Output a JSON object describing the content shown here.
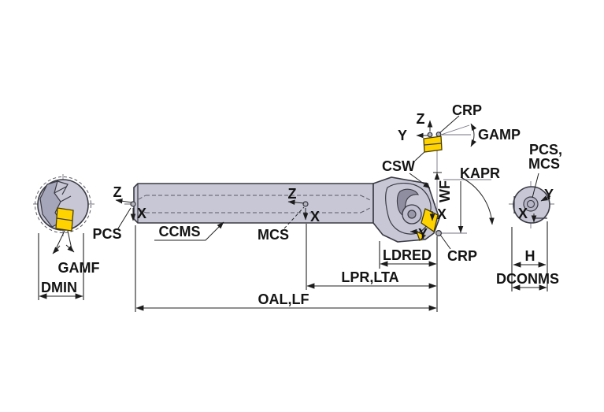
{
  "title": "boring-bar-dimension-diagram",
  "colors": {
    "body": "#c7c7d6",
    "bodydark": "#a6a6ba",
    "outline": "#3a3a44",
    "insert": "#ffd300",
    "insertline": "#4a3d00",
    "text": "#141414",
    "dimline": "#222222",
    "thin": "#73737f"
  },
  "views": {
    "front_left": {
      "labels": {
        "pcs": "PCS",
        "gamf": "GAMF",
        "dmin": "DMIN"
      }
    },
    "side_main": {
      "labels": {
        "z_left": "Z",
        "x_left": "X",
        "ccms": "CCMS",
        "z_mid": "Z",
        "x_mid": "X",
        "mcs": "MCS",
        "csw": "CSW",
        "x_head": "X",
        "y_head": "Y",
        "crp": "CRP",
        "kapr": "KAPR",
        "wf": "WF",
        "ldred": "LDRED",
        "lpr_lta": "LPR,LTA",
        "oal_lf": "OAL,LF"
      }
    },
    "top_insert": {
      "labels": {
        "z": "Z",
        "y": "Y",
        "crp": "CRP",
        "gamp": "GAMP"
      }
    },
    "end_right": {
      "labels": {
        "pcs_mcs_1": "PCS,",
        "pcs_mcs_2": "MCS",
        "y": "Y",
        "x": "X",
        "h": "H",
        "dconms": "DCONMS"
      }
    }
  }
}
